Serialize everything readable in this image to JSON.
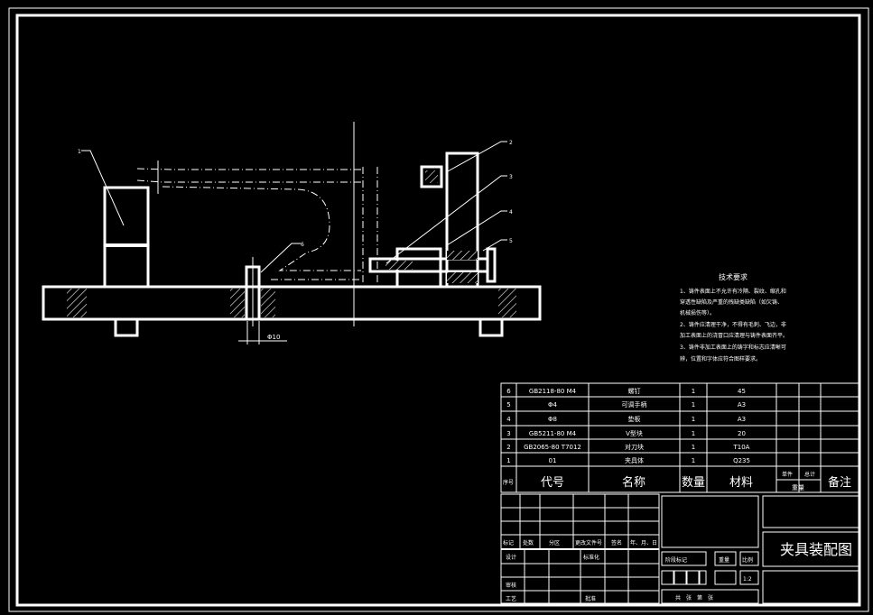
{
  "drawing": {
    "balloons": [
      "1",
      "2",
      "3",
      "4",
      "5",
      "6"
    ],
    "dimension": "Φ10"
  },
  "tech_requirements": {
    "title": "技术要求",
    "lines": [
      "1、铸件表面上不允许有冷隔、裂纹、缩孔和",
      "穿透性缺陷及严重的残缺类缺陷（如欠铸、",
      "机械损伤等）。",
      "2、铸件应清理干净，不得有毛刺、飞边，非",
      "加工表面上的浇冒口应清理与铸件表面齐平。",
      "3、铸件非加工表面上的铸字和标志应清晰可",
      "辨，位置和字体应符合图样要求。"
    ]
  },
  "parts_list": {
    "rows": [
      {
        "no": "6",
        "code": "GB2118-80  M4",
        "name": "螺钉",
        "qty": "1",
        "material": "45"
      },
      {
        "no": "5",
        "code": "Φ4",
        "name": "可调手柄",
        "qty": "1",
        "material": "A3"
      },
      {
        "no": "4",
        "code": "Φ8",
        "name": "垫板",
        "qty": "1",
        "material": "A3"
      },
      {
        "no": "3",
        "code": "GB5211-80  M4",
        "name": "V型块",
        "qty": "1",
        "material": "20"
      },
      {
        "no": "2",
        "code": "GB2065-80 T7012",
        "name": "对刀块",
        "qty": "1",
        "material": "T10A"
      },
      {
        "no": "1",
        "code": "01",
        "name": "夹具体",
        "qty": "1",
        "material": "Q235"
      }
    ],
    "header": {
      "no": "序号",
      "code": "代号",
      "name": "名称",
      "qty": "数量",
      "material": "材料",
      "single": "单件",
      "total": "总计",
      "weight": "重量",
      "remark": "备注"
    }
  },
  "title_block": {
    "rev_headers": [
      "标记",
      "处数",
      "分区",
      "更改文件号",
      "签名",
      "年、月、日"
    ],
    "design": "设计",
    "standard": "标准化",
    "review": "审核",
    "process": "工艺",
    "approve": "批准",
    "stage": "阶段标记",
    "weight": "重量",
    "scale": "比例",
    "scale_value": "1:2",
    "sheets": "共　张　第　张",
    "drawing_title": "夹具装配图"
  }
}
